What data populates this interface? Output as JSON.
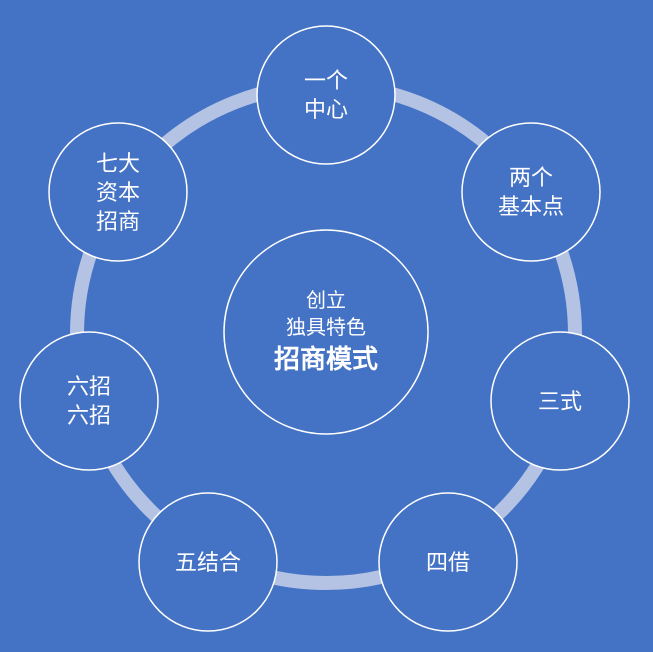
{
  "colors": {
    "background": "#4472C4",
    "ring": "#B4C3E3",
    "stroke": "#FFFFFF"
  },
  "center": {
    "lines": [
      "创立",
      "独具特色"
    ],
    "title": "招商模式"
  },
  "nodes": [
    {
      "lines": [
        "一个",
        "中心"
      ]
    },
    {
      "lines": [
        "两个",
        "基本点"
      ]
    },
    {
      "lines": [
        "三式"
      ]
    },
    {
      "lines": [
        "四借"
      ]
    },
    {
      "lines": [
        "五结合"
      ]
    },
    {
      "lines": [
        "六招",
        "六招"
      ]
    },
    {
      "lines": [
        "七大",
        "资本",
        "招商"
      ]
    }
  ]
}
